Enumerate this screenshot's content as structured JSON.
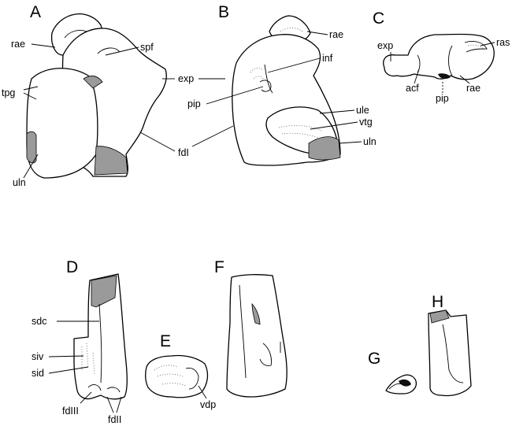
{
  "panels": {
    "A": {
      "letter": "A",
      "labels": {
        "rae": "rae",
        "spf": "spf",
        "tpg": "tpg",
        "uln": "uln"
      }
    },
    "B": {
      "letter": "B",
      "labels": {
        "rae": "rae",
        "inf": "inf",
        "pip": "pip",
        "ule": "ule",
        "vtg": "vtg",
        "uln": "uln"
      }
    },
    "shared": {
      "exp": "exp",
      "fdI": "fdI"
    },
    "C": {
      "letter": "C",
      "labels": {
        "exp": "exp",
        "ras": "ras",
        "acf": "acf",
        "pip": "pip",
        "rae": "rae"
      }
    },
    "D": {
      "letter": "D",
      "labels": {
        "sdc": "sdc",
        "siv": "siv",
        "sid": "sid",
        "fdIII": "fdIII",
        "fdII": "fdII"
      }
    },
    "E": {
      "letter": "E",
      "labels": {
        "vdp": "vdp"
      }
    },
    "F": {
      "letter": "F"
    },
    "G": {
      "letter": "G"
    },
    "H": {
      "letter": "H"
    }
  },
  "colors": {
    "shaded_region": "#9a9a9a",
    "outline": "#000000",
    "background": "#ffffff"
  }
}
